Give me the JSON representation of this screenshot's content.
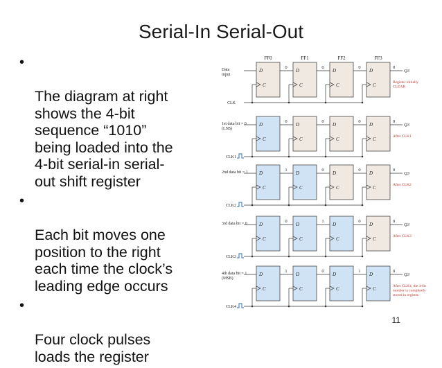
{
  "slide": {
    "title": "Serial-In Serial-Out",
    "bullets": [
      "The diagram at right\nshows the 4-bit\nsequence “1010”\nbeing loaded into the\n4-bit serial-in serial-\nout shift register",
      "Each bit moves one\nposition to the right\neach time the clock’s\nleading edge occurs",
      "Four clock pulses\nloads the register"
    ],
    "page_number": "11"
  },
  "diagram": {
    "ff_labels": [
      "FF0",
      "FF1",
      "FF2",
      "FF3"
    ],
    "d_label": "D",
    "c_label": "C",
    "q3_label": "Q3",
    "clk_label": "CLK",
    "rows": [
      {
        "input_label": "Data\ninput",
        "clock_label": "",
        "q_values": [
          "0",
          "0",
          "0"
        ],
        "q3_value": "0",
        "note": "Register initially\nCLEAR",
        "highlight": 0
      },
      {
        "input_label": "1st data bit = 0\n(LSB)",
        "clock_label": "CLK1",
        "q_values": [
          "0",
          "0",
          "0"
        ],
        "q3_value": "0",
        "note": "After CLK1",
        "highlight": 1
      },
      {
        "input_label": "2nd data bit = 1",
        "clock_label": "CLK2",
        "q_values": [
          "1",
          "0",
          "0"
        ],
        "q3_value": "0",
        "note": "After CLK2",
        "highlight": 2
      },
      {
        "input_label": "3rd data bit = 0",
        "clock_label": "CLK3",
        "q_values": [
          "0",
          "1",
          "0"
        ],
        "q3_value": "0",
        "note": "After CLK3",
        "highlight": 3
      },
      {
        "input_label": "4th data bit = 1\n(MSB)",
        "clock_label": "CLK4",
        "q_values": [
          "1",
          "0",
          "1"
        ],
        "q3_value": "0",
        "note": "After CLK4, the 4-bit\nnumber is completely\nstored in register.",
        "highlight": 4
      }
    ],
    "colors": {
      "ff_fill": "#efe9e1",
      "ff_highlight": "#cfe3f4",
      "wire": "#333333",
      "note": "#c0392b",
      "clock_pulse": "#2a6fb5"
    }
  }
}
